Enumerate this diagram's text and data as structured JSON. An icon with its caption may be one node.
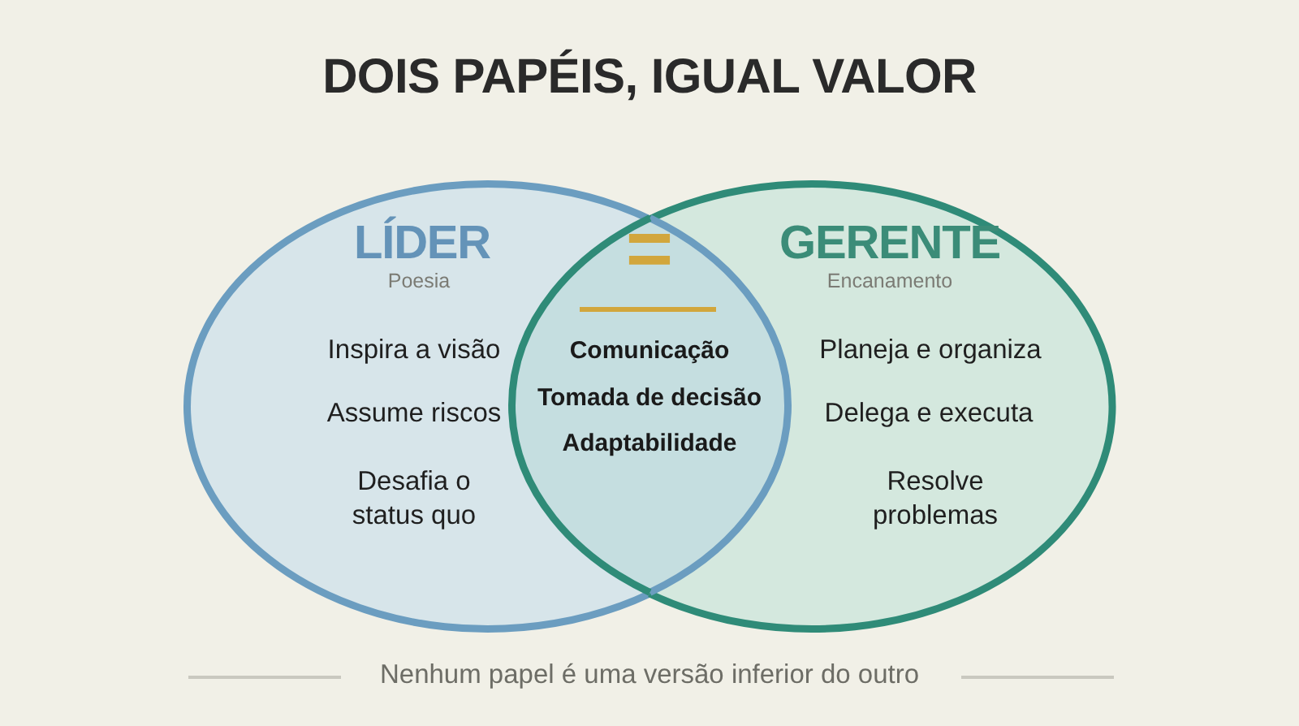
{
  "diagram": {
    "title": "DOIS PAPÉIS, IGUAL VALOR",
    "nodes": [
      {
        "text": [
          "LÍDER",
          "Poesia",
          "Inspira a visão",
          "Assume riscos",
          "Desafia o status quo"
        ]
      },
      {
        "text": [
          "GERENTE",
          "Encanamento",
          "Planeja e organiza",
          "Delega e executa",
          "Resolve problemas"
        ]
      },
      {
        "text": [
          "=",
          "Comunicação",
          "Tomada de decisão",
          "Adaptabilidade"
        ]
      }
    ],
    "caption": "Nenhum papel é uma versão inferior do outro"
  }
}
